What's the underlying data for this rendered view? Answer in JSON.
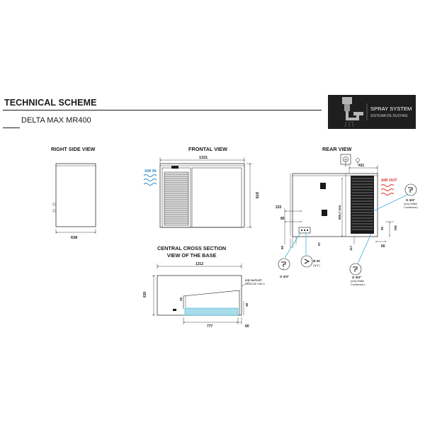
{
  "header": {
    "title": "TECHNICAL SCHEME",
    "model": "DELTA MAX MR400"
  },
  "badge": {
    "line1": "SPRAY SYSTEM",
    "line2": "SISTEMA DE DUCHAS",
    "bg_color": "#1e1e1e"
  },
  "views": {
    "right_side": {
      "label": "RIGHT SIDE VIEW",
      "width_dim": "638"
    },
    "frontal": {
      "label": "FRONTAL VIEW",
      "width_dim": "1321",
      "height_dim": "978",
      "air_in": "AIR IN"
    },
    "rear": {
      "label": "REAR VIEW",
      "dim_431": "431",
      "dim_233": "233",
      "dim_85": "85",
      "dim_57": "57",
      "dim_height": "925,7 mm",
      "dim_60": "60",
      "dim_117": "117",
      "dim_66": "66",
      "dim_36": "36",
      "dim_361": "361",
      "air_out": "AIR OUT",
      "conn_water": "G 3/4\"",
      "conn_drain": "Ø 20",
      "conn_drain_sub": "(3/4\")",
      "conn_cond_top": "G 3/4\"",
      "conn_cond_top_sub1": "(only Water",
      "conn_cond_top_sub2": "Condenser)",
      "conn_cond_bottom": "G 3/4\"",
      "conn_cond_bottom_sub1": "(only Water",
      "conn_cond_bottom_sub2": "Condenser)"
    },
    "cross_section": {
      "label_line1": "CENTRAL CROSS SECTION",
      "label_line2": "VIEW OF THE BASE",
      "width_dim": "1312",
      "height_dim": "630",
      "dim_777": "777",
      "dim_60": "60",
      "dim_35": "35",
      "dim_38": "38",
      "outlet_label1": "ICE OUTLET",
      "outlet_label2": "CAIDA DE HIELO"
    }
  },
  "colors": {
    "ink": "#1a1a1a",
    "air_in": "#2e86c8",
    "air_out": "#d8342c",
    "highlight": "#3fb3d6",
    "ice_fill": "#a9dcea"
  }
}
